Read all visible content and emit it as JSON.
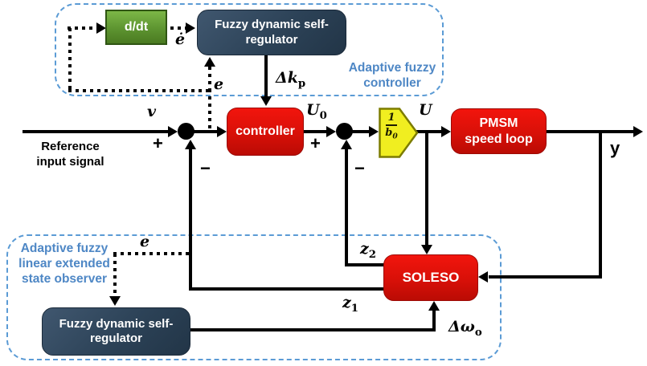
{
  "afc": {
    "title": {
      "line1": "Adaptive fuzzy",
      "line2": "controller"
    },
    "ddt_block": "d/dt",
    "e_dot_label": "ė",
    "e_label": "e",
    "dk": {
      "main": "Δk",
      "sub": "p"
    }
  },
  "shared": {
    "regulator": {
      "line1": "Fuzzy dynamic self-",
      "line2": "regulator"
    }
  },
  "main": {
    "reference": {
      "line1": "Reference",
      "line2": "input signal"
    },
    "v_label": "v",
    "controller_block": "controller",
    "u0": {
      "main": "U",
      "sub": "0"
    },
    "gain": {
      "num": "1",
      "den_main": "b",
      "den_sub": "0"
    },
    "u_label": "U",
    "pmsm": {
      "line1": "PMSM",
      "line2": "speed loop"
    },
    "y_label": "y",
    "sum1_plus": "+",
    "sum1_minus": "−",
    "sum2_plus": "+",
    "sum2_minus": "−"
  },
  "observer": {
    "title": {
      "line1": "Adaptive fuzzy",
      "line2": "linear extended",
      "line3": "state observer"
    },
    "e_label": "e",
    "soleso_block": "SOLESO",
    "z2": {
      "main": "z",
      "sub": "2"
    },
    "z1": {
      "main": "z",
      "sub": "1"
    },
    "dw": {
      "main": "Δω",
      "sub": "o"
    }
  },
  "colors": {
    "dashed_border": "#5b9bd5",
    "label_blue": "#4e87c5",
    "box_red_top": "#f2150d",
    "box_red_bottom": "#ba0b04",
    "box_slate_top": "#40576f",
    "box_slate_bottom": "#223547",
    "box_green_top": "#7cb747",
    "box_green_bottom": "#4a7a21",
    "pentagon_yellow": "#f0ee20",
    "pentagon_border": "#7c7c00",
    "line_black": "#000000"
  }
}
